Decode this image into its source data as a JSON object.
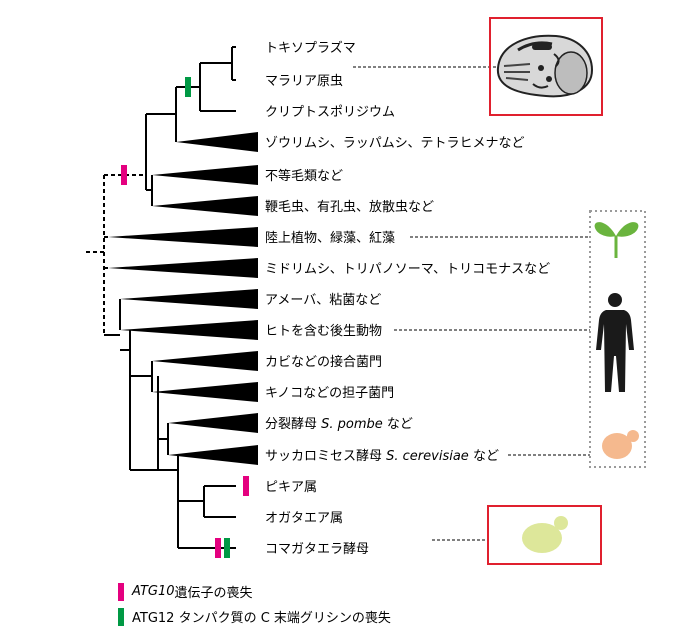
{
  "leaves": [
    {
      "label": "トキソプラズマ"
    },
    {
      "label": "マラリア原虫"
    },
    {
      "label": "クリプトスポリジウム"
    },
    {
      "label": "ゾウリムシ、ラッパムシ、テトラヒメナなど"
    },
    {
      "label": "不等毛類など"
    },
    {
      "label": "鞭毛虫、有孔虫、放散虫など"
    },
    {
      "label": "陸上植物、緑藻、紅藻"
    },
    {
      "label": "ミドリムシ、トリパノソーマ、トリコモナスなど"
    },
    {
      "label": "アメーバ、粘菌など"
    },
    {
      "label": "ヒトを含む後生動物"
    },
    {
      "label": "カビなどの接合菌門"
    },
    {
      "label": "キノコなどの担子菌門"
    },
    {
      "label": "分裂酵母 ",
      "species": "S. pombe",
      "suffix": " など"
    },
    {
      "label": "サッカロミセス酵母 ",
      "species": "S. cerevisiae",
      "suffix": " など"
    },
    {
      "label": "ピキア属"
    },
    {
      "label": "オガタエア属"
    },
    {
      "label": "コマガタエラ酵母"
    }
  ],
  "legend": [
    {
      "gene": "ATG10",
      "text": " 遺伝子の喪失",
      "color": "#e4007f"
    },
    {
      "gene": "",
      "text": "ATG12 タンパク質の C 末端グリシンの喪失",
      "color": "#009944"
    }
  ],
  "colors": {
    "highlight_box": "#e0202e",
    "plant": "#6ab43e",
    "human": "#1a1a1a",
    "yeast": "#f5b98e",
    "komagataella": "#dde79a",
    "loss_atg10": "#e4007f",
    "loss_atg12": "#009944"
  }
}
